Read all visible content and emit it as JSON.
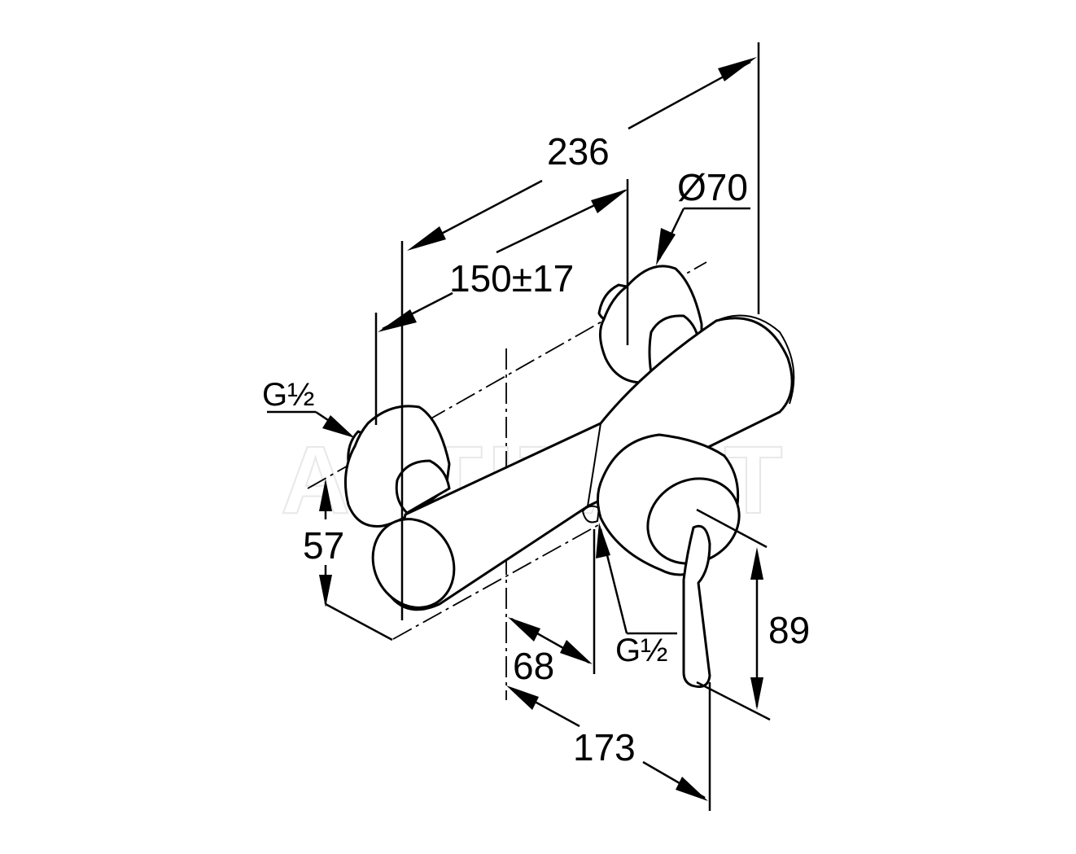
{
  "watermark": "ASTITANT",
  "dimensions": {
    "overall_length": "236",
    "center_distance": "150±17",
    "diameter": "Ø70",
    "inlet_left": "G½",
    "outlet_bottom": "G½",
    "height_57": "57",
    "height_89": "89",
    "depth_68": "68",
    "depth_173": "173"
  }
}
